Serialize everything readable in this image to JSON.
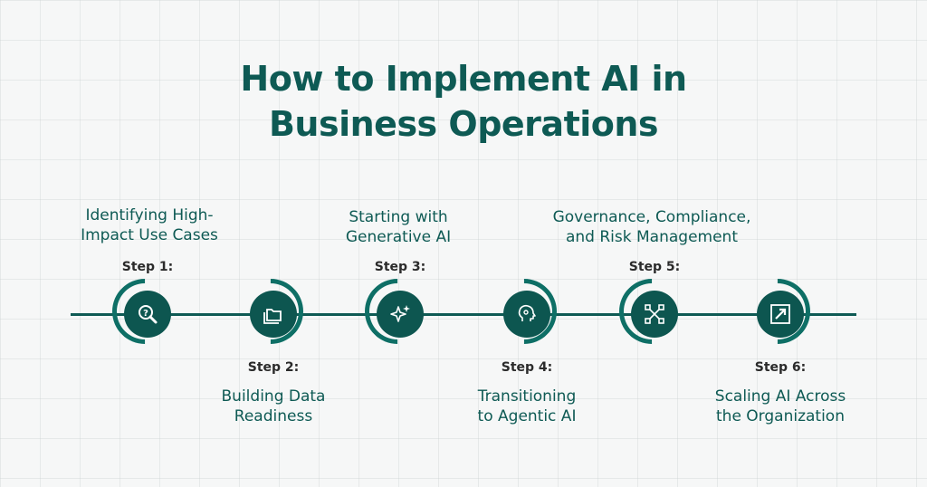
{
  "title": {
    "line1": "How to Implement AI in",
    "line2": "Business Operations"
  },
  "steps": [
    {
      "label": "Step 1:",
      "line1": "Identifying High-",
      "line2": "Impact Use Cases",
      "icon": "question-magnifier-icon"
    },
    {
      "label": "Step 2:",
      "line1": "Building Data",
      "line2": "Readiness",
      "icon": "folders-icon"
    },
    {
      "label": "Step 3:",
      "line1": "Starting with",
      "line2": "Generative AI",
      "icon": "sparkles-icon"
    },
    {
      "label": "Step 4:",
      "line1": "Transitioning",
      "line2": "to Agentic AI",
      "icon": "ai-head-icon"
    },
    {
      "label": "Step 5:",
      "line1": "Governance, Compliance,",
      "line2": "and Risk Management",
      "icon": "network-nodes-icon"
    },
    {
      "label": "Step 6:",
      "line1": "Scaling AI Across",
      "line2": "the Organization",
      "icon": "expand-arrow-icon"
    }
  ],
  "colors": {
    "primary": "#0e5a54",
    "disc": "#0d5650",
    "label": "#2b2b2b",
    "background": "#f6f7f7"
  }
}
